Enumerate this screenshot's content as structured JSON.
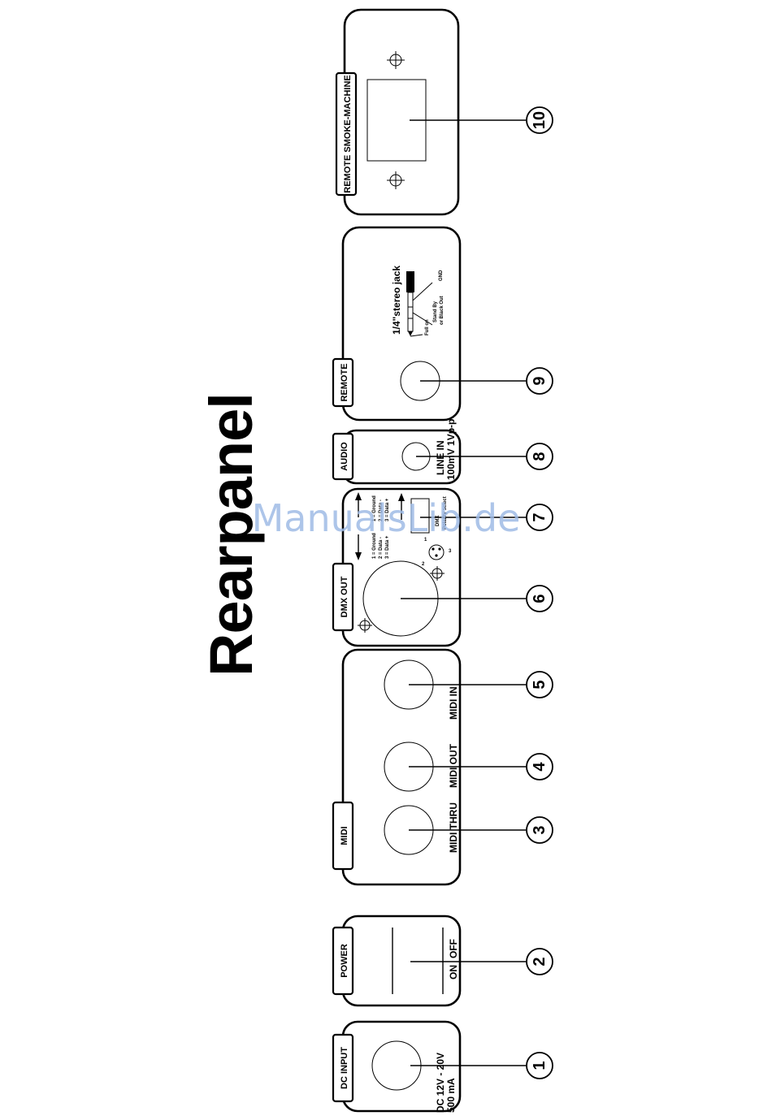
{
  "title": "Rearpanel",
  "watermark": "ManualsLib.de",
  "sections": {
    "dc_input": {
      "tag": "DC INPUT",
      "spec_line1": "DC 12V - 20V",
      "spec_line2": "500 mA",
      "callout": "1"
    },
    "power": {
      "tag": "POWER",
      "on": "ON",
      "off": "OFF",
      "callout": "2"
    },
    "midi": {
      "tag": "MIDI",
      "thru": "MIDI THRU",
      "out": "MIDI OUT",
      "in": "MIDI IN",
      "callouts": [
        "3",
        "4",
        "5"
      ]
    },
    "dmx_out": {
      "tag": "DMX OUT",
      "pins_a": [
        "1 = Ground",
        "2 = Data -",
        "3 = Data +"
      ],
      "pins_b": [
        "1 = Ground",
        "2 = Data -",
        "3 = Data +"
      ],
      "pin_numbers": [
        "1",
        "2",
        "3"
      ],
      "dmx_label": "DMX",
      "polarity_label": "Polarity select",
      "callouts": [
        "6",
        "7"
      ]
    },
    "audio": {
      "tag": "AUDIO",
      "line_in": "LINE IN",
      "level": "100mV 1Vp-p",
      "callout": "8"
    },
    "remote": {
      "tag": "REMOTE",
      "jack_title": "1/4\"stereo jack",
      "gnd": "GND",
      "full_on": "Full on",
      "stand_by": "Stand By",
      "blackout": "or Black Out",
      "callout": "9"
    },
    "remote_smoke": {
      "tag": "REMOTE SMOKE-MACHINE",
      "callout": "10"
    }
  }
}
